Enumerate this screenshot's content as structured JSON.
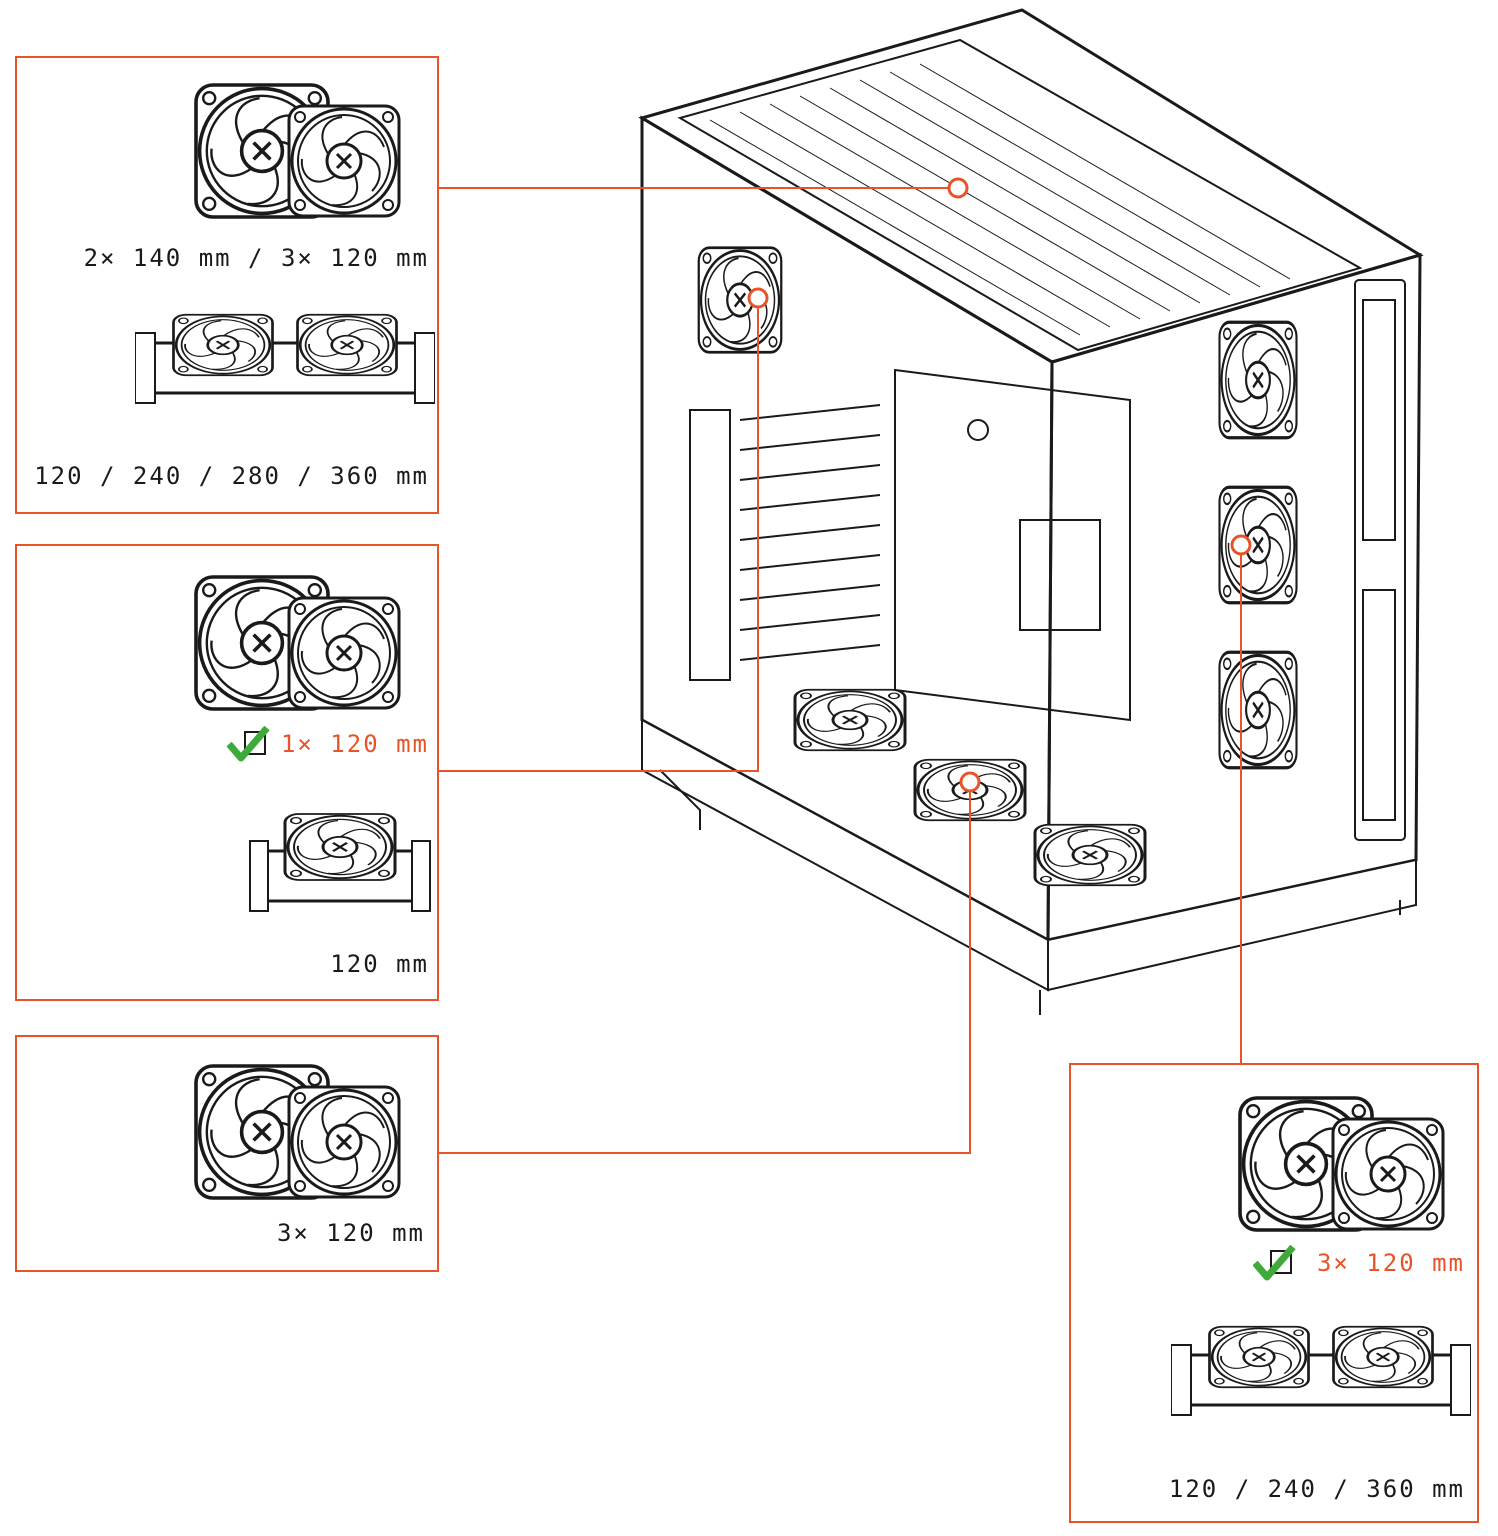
{
  "colors": {
    "accent": "#e8542a",
    "check": "#3daa3a",
    "line": "#1a1a1a"
  },
  "panels": {
    "top": {
      "fans_label": "2× 140 mm / 3× 120 mm",
      "radiator_label": "120 / 240 / 280 / 360 mm"
    },
    "rear": {
      "fans_label": "1× 120 mm",
      "radiator_label": "120 mm"
    },
    "bottom": {
      "fans_label": "3× 120 mm"
    },
    "side": {
      "fans_label": "3× 120 mm",
      "radiator_label": "120 / 240 / 360 mm"
    }
  },
  "icons": [
    "fan-pair-icon",
    "radiator-icon",
    "check-icon",
    "pc-case-illustration"
  ]
}
